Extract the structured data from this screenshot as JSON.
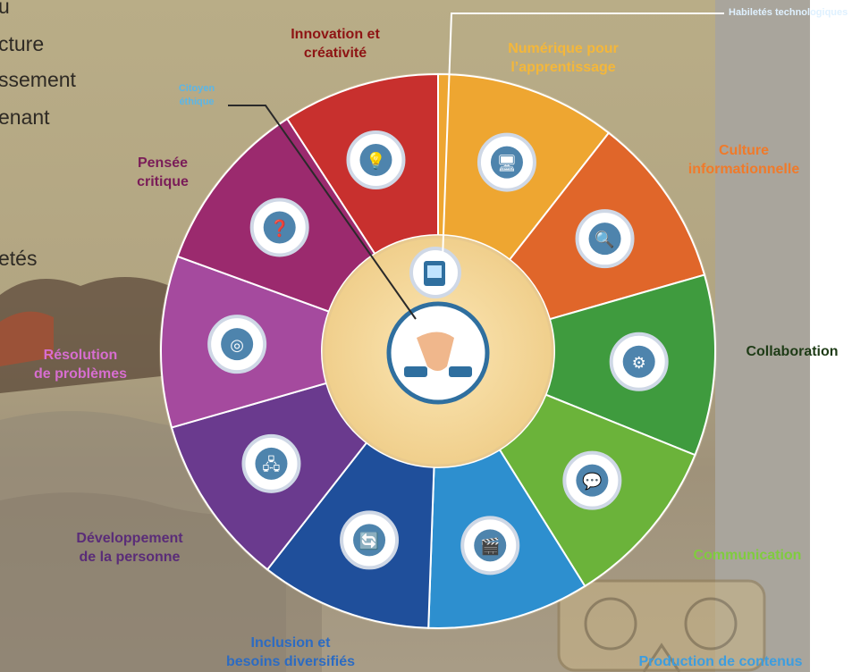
{
  "background_text": [
    "u",
    "cture",
    "ssement",
    "enant",
    "etés"
  ],
  "labels": {
    "innovation": [
      "Innovation et",
      "créativité"
    ],
    "numerique": [
      "Numérique pour",
      "l’apprentissage"
    ],
    "culture": [
      "Culture",
      "informationnelle"
    ],
    "collaboration": [
      "Collaboration"
    ],
    "communication": [
      "Communication"
    ],
    "production": [
      "Production de contenus"
    ],
    "inclusion": [
      "Inclusion et",
      "besoins diversifiés"
    ],
    "developpement": [
      "Développement",
      "de la personne"
    ],
    "resolution": [
      "Résolution",
      "de problèmes"
    ],
    "pensee": [
      "Pensée",
      "critique"
    ],
    "citoyen": [
      "Citoyen",
      "éthique"
    ],
    "habiletes": "Habiletés technologiques"
  },
  "colors": {
    "innovation": "#c8302e",
    "numerique": "#eea631",
    "culture": "#e0662a",
    "collaboration": "#3f9b3e",
    "communication": "#6bb33a",
    "production": "#2d8fcf",
    "inclusion": "#1f4f9b",
    "developpement": "#6a3a8e",
    "resolution": "#a54a9e",
    "pensee": "#9b2a6e",
    "center": "#f6dca0"
  },
  "icons": [
    "lightbulb-icon",
    "monitor-icon",
    "document-search-icon",
    "people-network-icon",
    "chat-bubbles-icon",
    "video-screen-icon",
    "cycle-arrows-icon",
    "network-icon",
    "target-icon",
    "brain-question-icon",
    "tablet-touch-icon",
    "hands-together-icon"
  ]
}
